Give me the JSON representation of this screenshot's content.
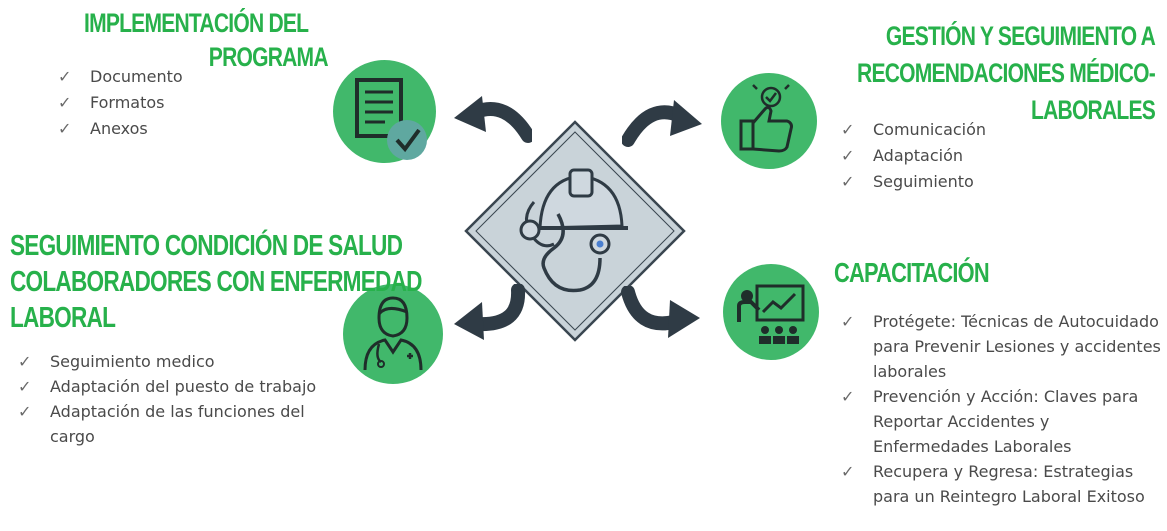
{
  "sections": {
    "implementacion": {
      "title_lines": [
        "IMPLEMENTACIÓN  DEL",
        "PROGRAMA"
      ],
      "icon": "document-check-icon",
      "items": [
        "Documento",
        "Formatos",
        "Anexos"
      ]
    },
    "gestion": {
      "title_lines": [
        "GESTIÓN Y SEGUIMIENTO A",
        "RECOMENDACIONES MÉDICO-",
        "LABORALES"
      ],
      "icon": "thumbs-up-icon",
      "items": [
        "Comunicación",
        "Adaptación",
        "Seguimiento"
      ]
    },
    "seguimiento": {
      "title_lines": [
        "SEGUIMIENTO CONDICIÓN DE SALUD",
        "COLABORADORES CON ENFERMEDAD",
        "LABORAL"
      ],
      "icon": "doctor-icon",
      "items": [
        "Seguimiento medico",
        "Adaptación del puesto de trabajo",
        "Adaptación de las funciones del cargo"
      ]
    },
    "capacitacion": {
      "title_lines": [
        "CAPACITACIÓN"
      ],
      "icon": "presentation-icon",
      "items": [
        "Protégete: Técnicas de Autocuidado para Prevenir Lesiones y accidentes laborales",
        "Prevención y Acción: Claves para Reportar Accidentes y Enfermedades Laborales",
        "Recupera y Regresa: Estrategias para un Reintegro Laboral Exitoso"
      ]
    }
  },
  "center": {
    "icon": "hardhat-stethoscope-icon"
  },
  "check_glyph": "✓",
  "colors": {
    "heading": "#27b14b",
    "circle": "#41b86b",
    "diamond": "#c9d3d9",
    "arrow": "#2f3b45",
    "text": "#4a4a4a"
  }
}
